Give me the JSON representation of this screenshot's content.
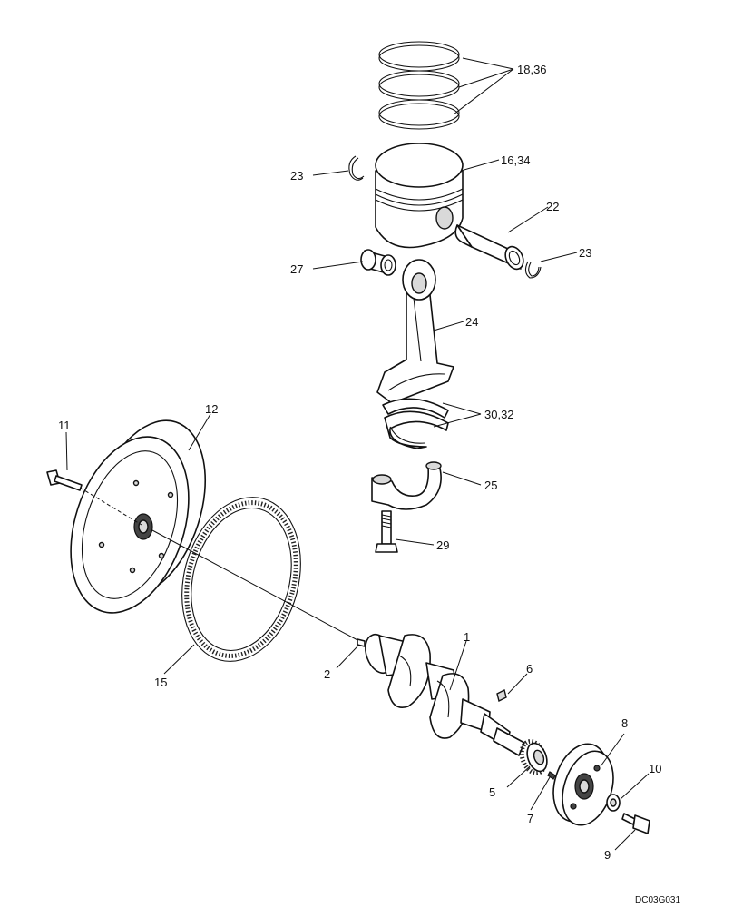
{
  "callouts": {
    "c1": "1",
    "c2": "2",
    "c5": "5",
    "c6": "6",
    "c7": "7",
    "c8": "8",
    "c9": "9",
    "c10": "10",
    "c11": "11",
    "c12": "12",
    "c15": "15",
    "c1834": "18,36",
    "c1634": "16,34",
    "c22": "22",
    "c23a": "23",
    "c23b": "23",
    "c24": "24",
    "c25": "25",
    "c27": "27",
    "c29": "29",
    "c3032": "30,32"
  },
  "drawing_code": "DC03G031"
}
